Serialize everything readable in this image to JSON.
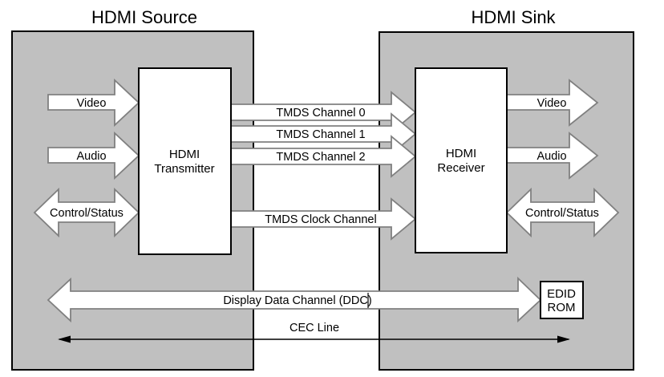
{
  "titles": {
    "source": "HDMI Source",
    "sink": "HDMI Sink"
  },
  "source": {
    "transmitter_line1": "HDMI",
    "transmitter_line2": "Transmitter",
    "video": "Video",
    "audio": "Audio",
    "control": "Control/Status"
  },
  "sink": {
    "receiver_line1": "HDMI",
    "receiver_line2": "Receiver",
    "video": "Video",
    "audio": "Audio",
    "control": "Control/Status",
    "edid_line1": "EDID",
    "edid_line2": "ROM"
  },
  "links": {
    "tmds0": "TMDS Channel 0",
    "tmds1": "TMDS Channel 1",
    "tmds2": "TMDS Channel 2",
    "tmds_clock": "TMDS Clock Channel",
    "ddc": "Display Data Channel (DDC)",
    "cec": "CEC Line"
  },
  "colors": {
    "enclosure_fill": "#c0c0c0",
    "enclosure_border": "#000000",
    "arrow_fill": "#ffffff",
    "arrow_border": "#808080",
    "text": "#000000"
  }
}
